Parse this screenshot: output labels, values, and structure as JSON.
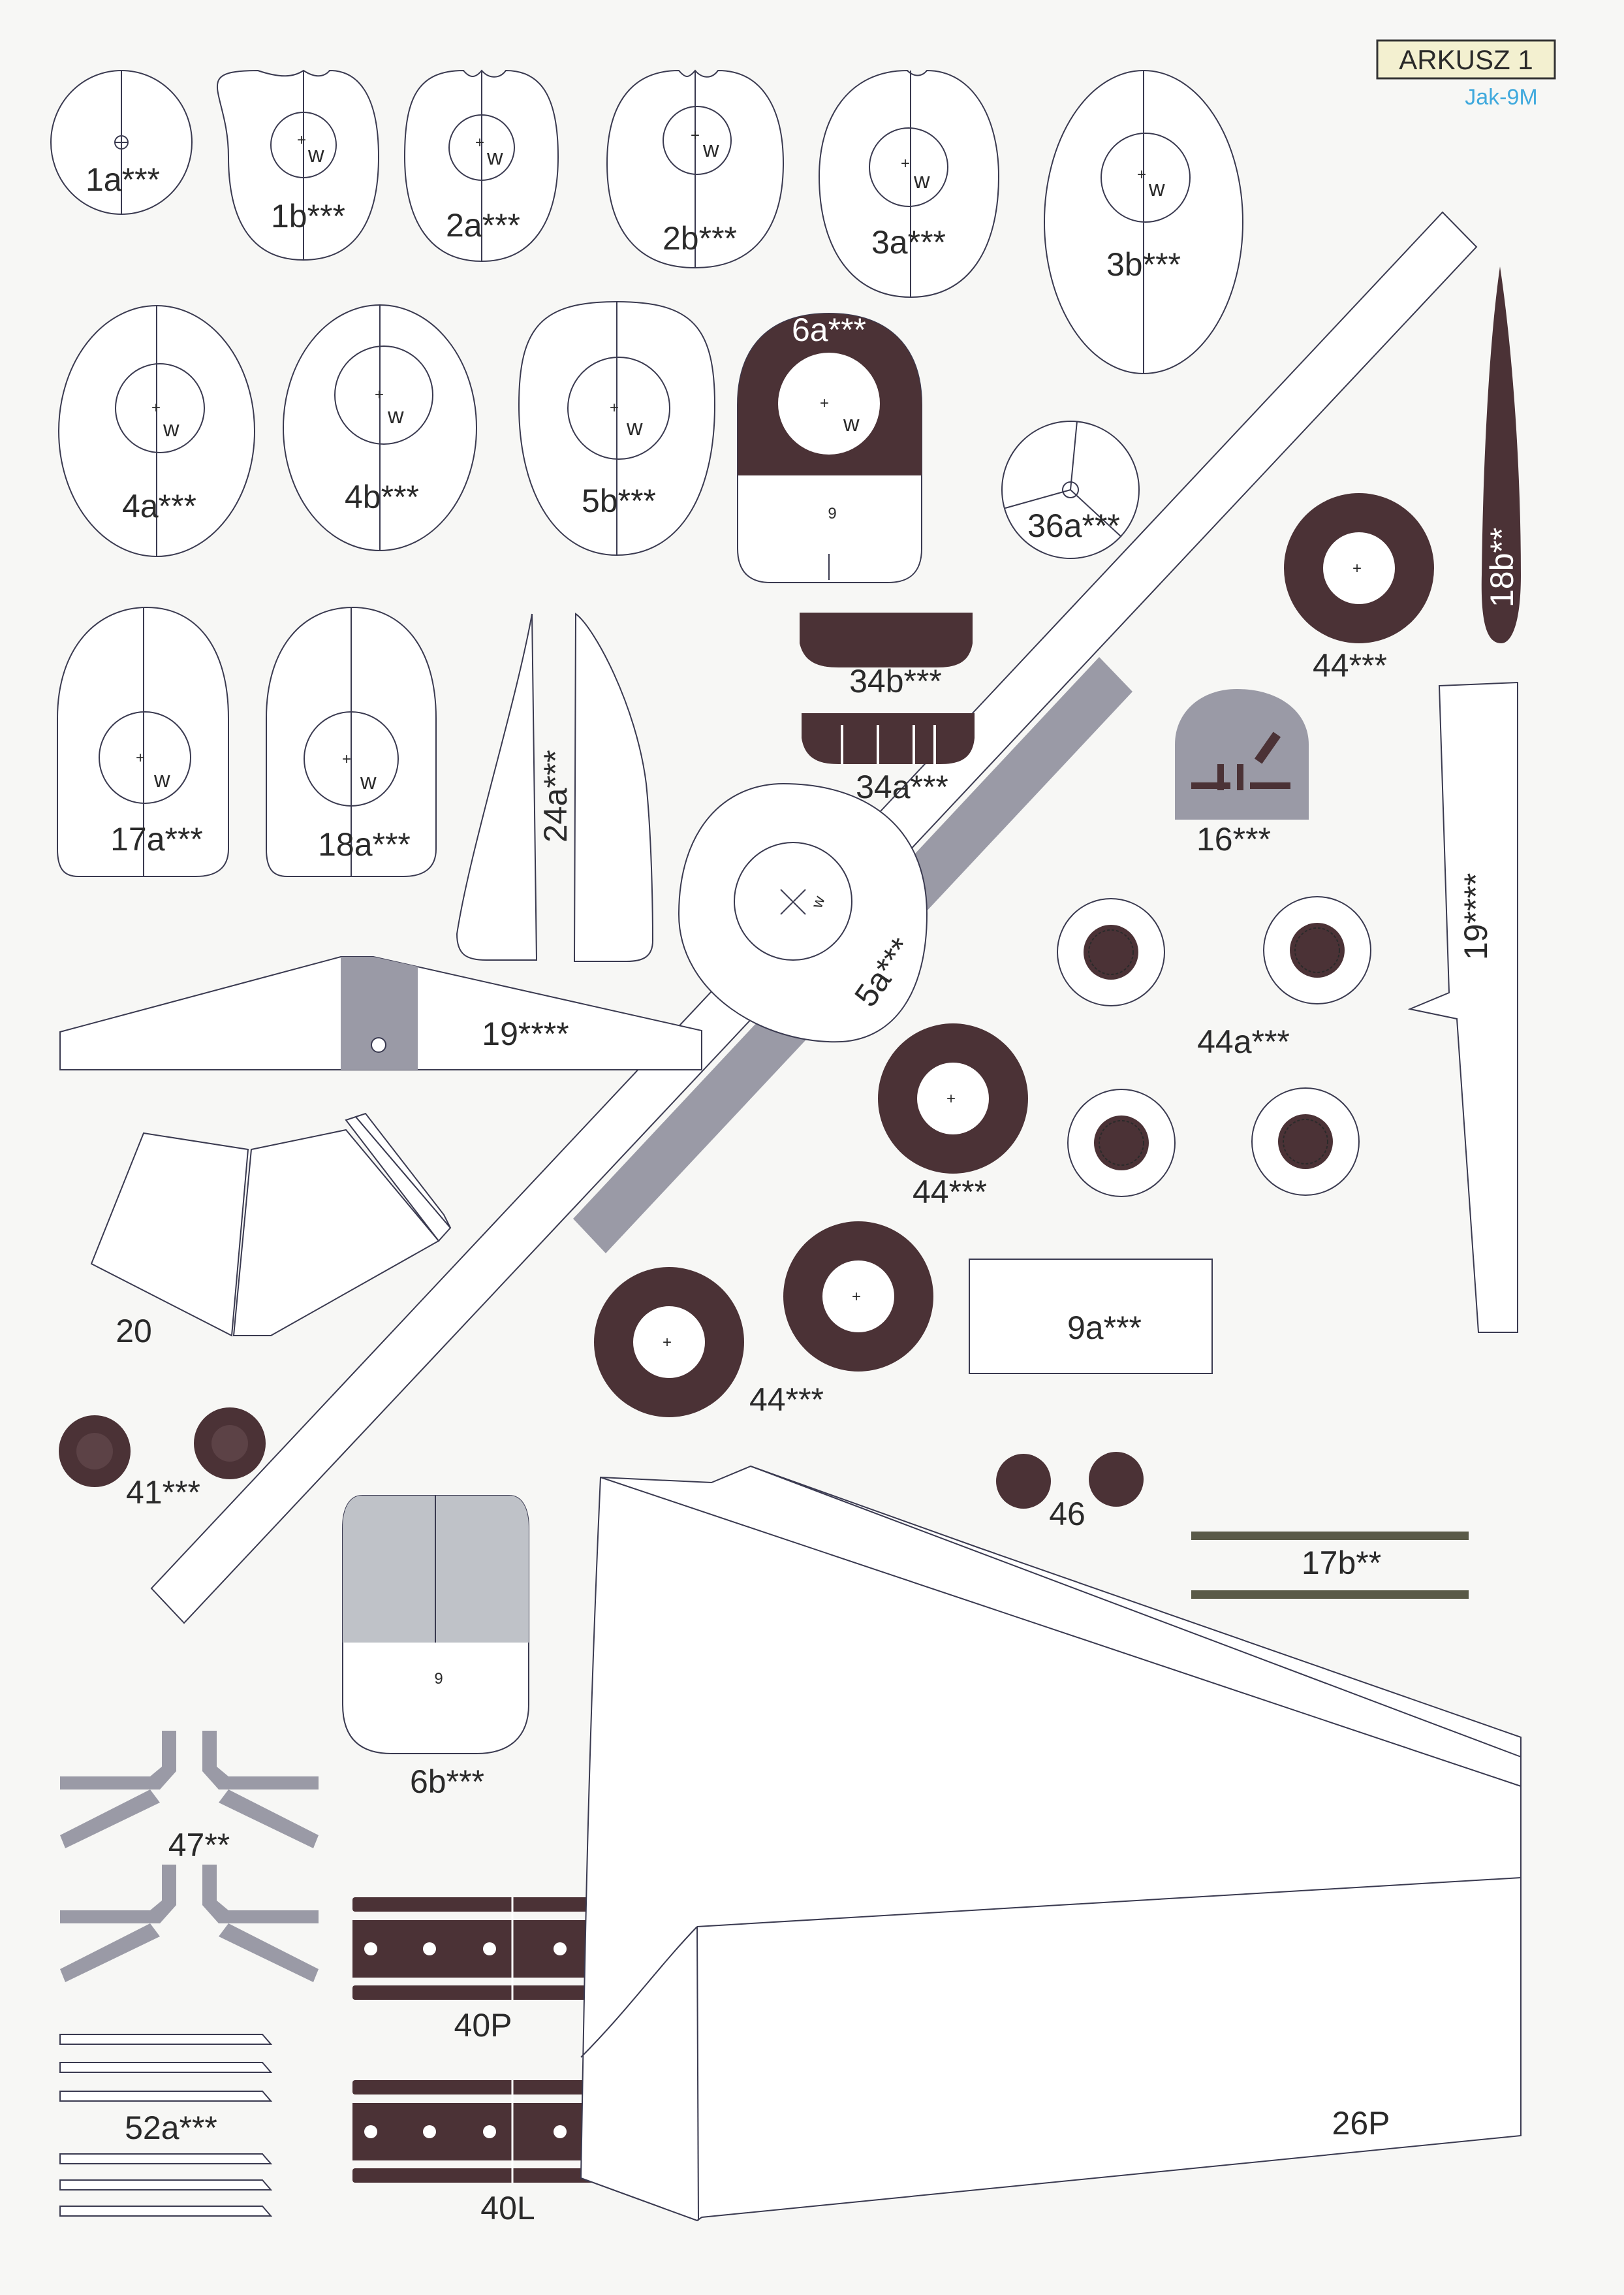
{
  "sheet": {
    "title": "ARKUSZ 1",
    "subtitle": "Jak-9M",
    "colors": {
      "dark": "#4b3236",
      "gray": "#9a9aa6",
      "light_gray": "#bfc2c8",
      "accent": "#3fa9dd",
      "paper": "#f7f7f5"
    }
  },
  "parts": {
    "p1a": "1a***",
    "p1b": "1b***",
    "p2a": "2a***",
    "p2b": "2b***",
    "p3a": "3a***",
    "p3b": "3b***",
    "p4a": "4a***",
    "p4b": "4b***",
    "p5b": "5b***",
    "p6a": "6a***",
    "p36a": "36a***",
    "p18b": "18b**",
    "p44_top": "44***",
    "p34b": "34b***",
    "p34a": "34a***",
    "p16": "16***",
    "p17a": "17a***",
    "p18a": "18a***",
    "p24a": "24a***",
    "p5a": "5a***",
    "p19_right": "19****",
    "p19_left": "19****",
    "p44a": "44a***",
    "p44_mid": "44***",
    "p20": "20",
    "p9a": "9a***",
    "p44_bottom": "44***",
    "p41": "41***",
    "p46": "46",
    "p17b": "17b**",
    "p6b": "6b***",
    "p47": "47**",
    "p40P": "40P",
    "p52a": "52a***",
    "p26P": "26P",
    "p40L": "40L"
  },
  "markers": {
    "w": "w",
    "number_9": "9"
  }
}
